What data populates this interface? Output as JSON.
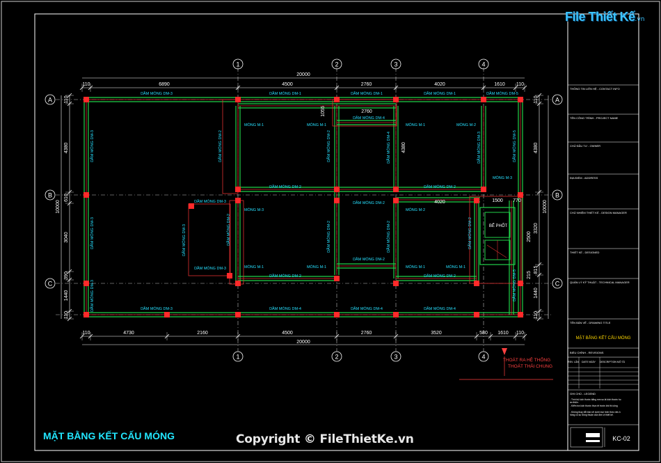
{
  "brand": {
    "name": "File Thiết Kế",
    "domain": ".vn"
  },
  "copyright": "Copyright © FileThietKe.vn",
  "sheet_title": "MẶT BẰNG KẾT CẤU MÓNG",
  "grid_columns": [
    "1",
    "2",
    "3",
    "4"
  ],
  "grid_rows": [
    "A",
    "B",
    "C"
  ],
  "dims_top": {
    "overall": "20000",
    "segments": [
      "110",
      "6890",
      "4500",
      "2760",
      "4020",
      "1610",
      "110"
    ]
  },
  "dims_bottom": {
    "overall": "20000",
    "segments": [
      "110",
      "4730",
      "2160",
      "4500",
      "2760",
      "3520",
      "580",
      "1610",
      "110"
    ]
  },
  "dims_left": {
    "overall": "10000",
    "segments": [
      "110",
      "4380",
      "610",
      "3040",
      "390",
      "1440",
      "110"
    ]
  },
  "dims_right": {
    "overall": "10000",
    "segments": [
      "110",
      "4380",
      "3320",
      "815",
      "1440",
      "110"
    ]
  },
  "inner_dims": [
    "2760",
    "1055",
    "4380",
    "4020",
    "1500",
    "770",
    "2500",
    "215"
  ],
  "beam_labels": {
    "dm1": "DẦM MÓNG DM-1",
    "dm2": "DẦM MÓNG DM-2",
    "dm3": "DẦM MÓNG DM-3",
    "dm4": "DẦM MÓNG DM-4",
    "dm5": "DẦM MÓNG DM-5"
  },
  "footing_labels": {
    "m1": "MÓNG M-1",
    "m2": "MÓNG M-2",
    "m3": "MÓNG M-3"
  },
  "septic_label": "BỂ PHỐT",
  "septic_note": [
    "THOÁT RA HỆ THỐNG",
    "THOÁT THẢI CHUNG"
  ],
  "title_block": {
    "rows": [
      "THÔNG TIN LIÊN HỆ - CONTACT INFO",
      "TÊN CÔNG TRÌNH - PROJECT NAME",
      "CHỦ ĐẦU TƯ - OWNER",
      "ĐỊA ĐIỂM - ADDRESS",
      "CHỦ NHIỆM THIẾT KẾ - DESIGN MANAGER",
      "THIẾT KẾ - DESIGNED",
      "QUẢN LÝ KỸ THUẬT - TECHNICAL MANAGER",
      "TÊN BẢN VẼ - DRAWING TITLE"
    ],
    "drawing_title": "MẶT BẰNG KẾT CẤU MÓNG",
    "revision_header": "BIỂU CHỈNH - REVISIONS",
    "revision_cols": [
      "REV. LẦN",
      "DATE NGÀY",
      "DESCRIPTION MÔ TẢ"
    ],
    "notes_header": "GHI CHÚ - LEGEND",
    "notes": [
      "- Tính bộ kích thước bằng mm so là kích thước hoàn thiện.",
      "- Kiểm tra kích thước thực tế trước khi thi công.",
      "- Không thay đổi bản vẽ dưới mọi hình thức nếu không có sự đồng thuận của đơn vị thiết kế."
    ],
    "sheet_no": "KC-02"
  }
}
